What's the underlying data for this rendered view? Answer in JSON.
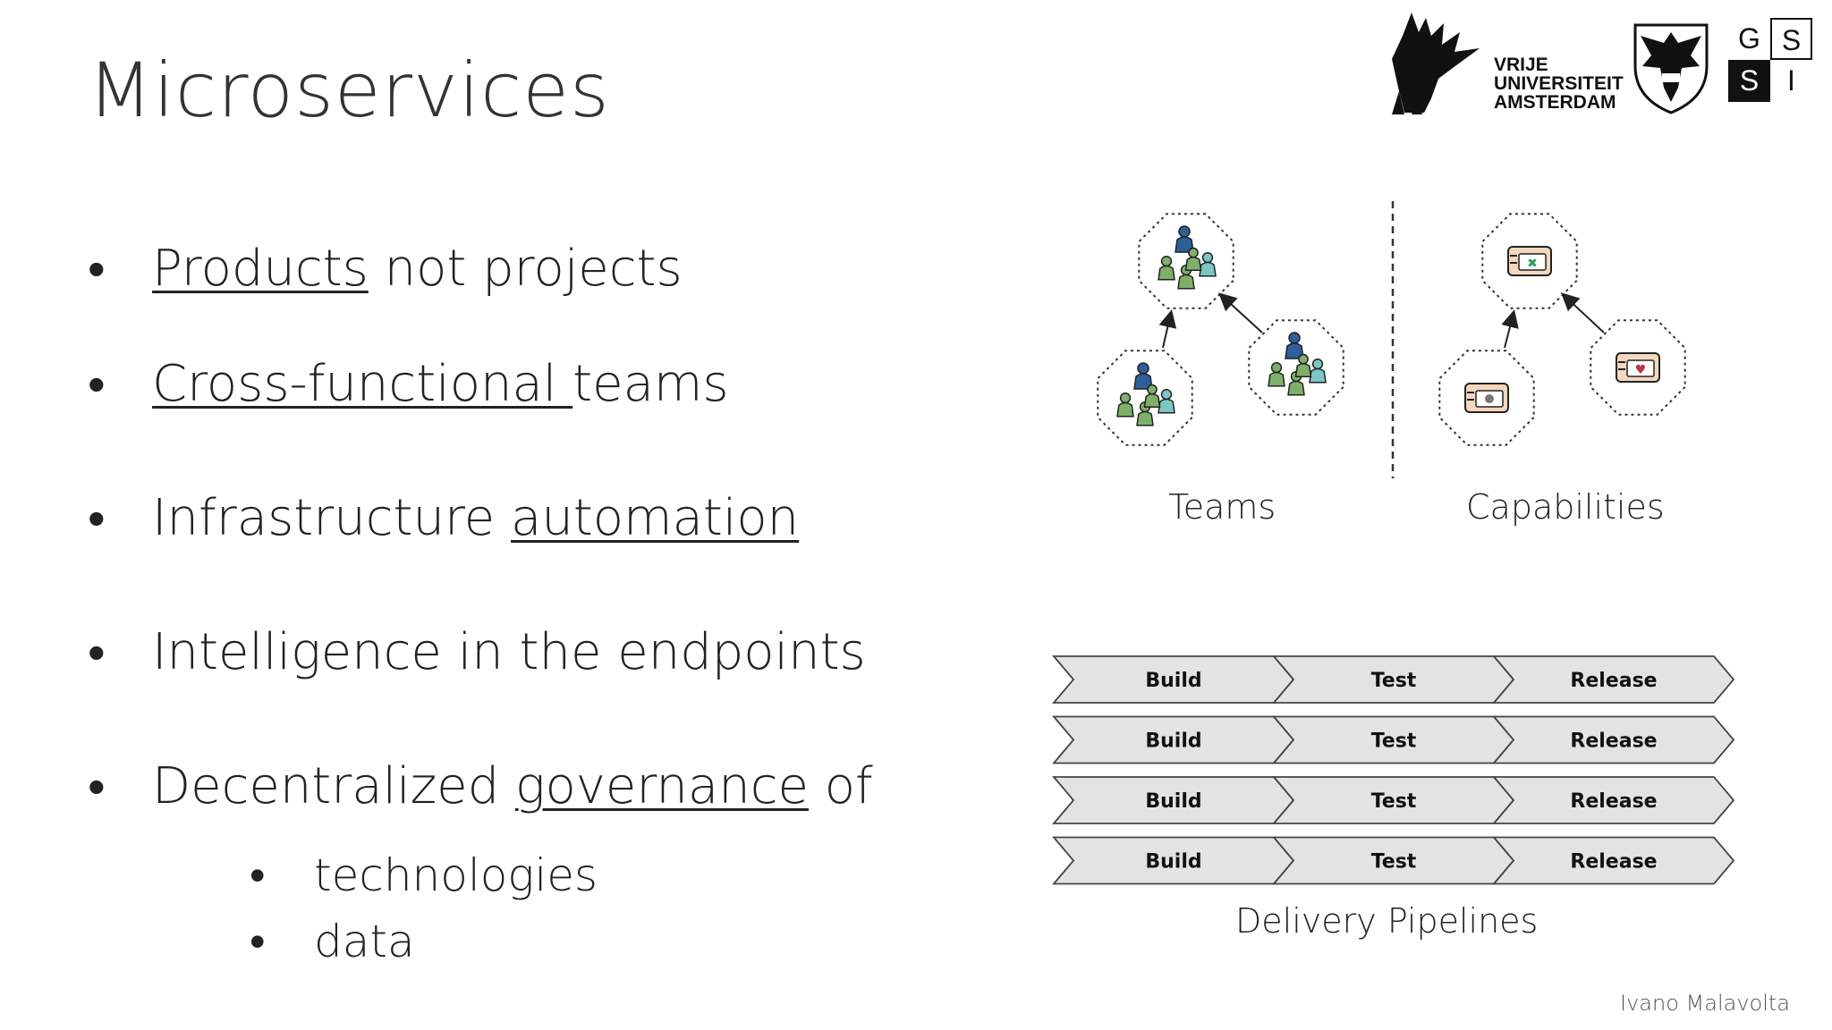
{
  "slide": {
    "title": "Microservices",
    "author": "Ivano Malavolta"
  },
  "logos": {
    "vu_lines": [
      "VRIJE",
      "UNIVERSITEIT",
      "AMSTERDAM"
    ],
    "gssi_letters": [
      "G",
      "S",
      "S",
      "I"
    ]
  },
  "bullets": [
    {
      "underlined": "Products",
      "rest": " not projects"
    },
    {
      "underlined": "Cross-functional ",
      "rest": "teams"
    },
    {
      "before": "Infrastructure ",
      "underlined": "automation"
    },
    {
      "plain": "Intelligence in the endpoints"
    },
    {
      "before": "Decentralized ",
      "underlined": "governance",
      "after": " of"
    }
  ],
  "sub_bullets": [
    "technologies",
    "data"
  ],
  "diagram": {
    "teams_label": "Teams",
    "capabilities_label": "Capabilities",
    "pipelines_label": "Delivery Pipelines",
    "pipeline_stages": [
      "Build",
      "Test",
      "Release"
    ],
    "pipeline_count": 4
  },
  "colors": {
    "team_dark_blue": "#2f5f9b",
    "team_green": "#7fb06a",
    "team_teal": "#7cc6c4",
    "capability_box": "#f4d7bf",
    "arrow_fill": "#e3e3e3"
  }
}
